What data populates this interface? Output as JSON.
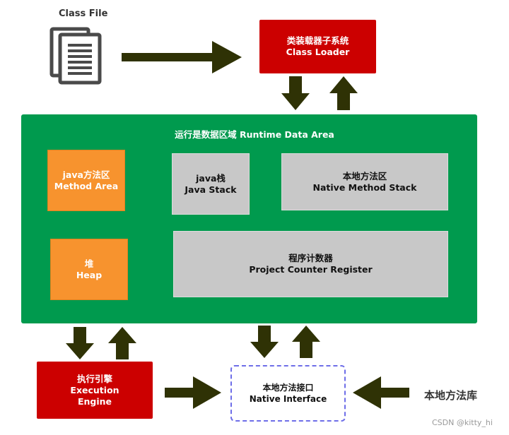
{
  "class_file": {
    "label": "Class File",
    "icon": "document-stack-icon"
  },
  "class_loader": {
    "line1": "类装载器子系统",
    "line2": "Class Loader"
  },
  "runtime_area": {
    "title": "运行是数据区域  Runtime Data Area"
  },
  "method_area": {
    "line1": "java方法区",
    "line2": "Method Area"
  },
  "java_stack": {
    "line1": "java栈",
    "line2": "Java Stack"
  },
  "native_method_stack": {
    "line1": "本地方法区",
    "line2": "Native  Method  Stack"
  },
  "heap": {
    "line1": "堆",
    "line2": "Heap"
  },
  "program_counter": {
    "line1": "程序计数器",
    "line2": "Project  Counter  Register"
  },
  "execution_engine": {
    "line1": "执行引擎",
    "line2": "Execution",
    "line3": "Engine"
  },
  "native_interface": {
    "line1": "本地方法接口",
    "line2": "Native Interface"
  },
  "native_library": {
    "label": "本地方法库"
  },
  "watermark": {
    "text": "CSDN @kitty_hi"
  },
  "colors": {
    "runtime_green": "#009a4e",
    "loader_red": "#cc0000",
    "method_orange": "#f7932e",
    "stack_gray": "#c8c8c8",
    "arrow_dark": "#2f3205",
    "interface_border": "#6e6ee8"
  }
}
